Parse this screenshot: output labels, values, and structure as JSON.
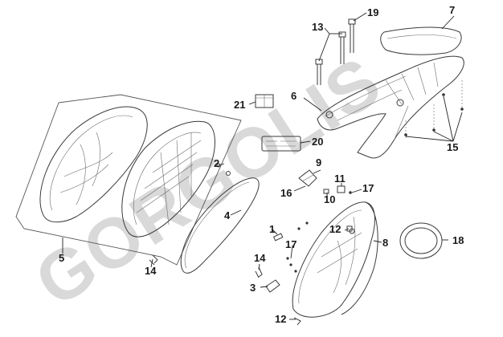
{
  "watermark": "GORGOLIS",
  "callouts": {
    "c1": "1",
    "c2": "2",
    "c3": "3",
    "c4": "4",
    "c5": "5",
    "c6": "6",
    "c7": "7",
    "c8": "8",
    "c9": "9",
    "c10": "10",
    "c11": "11",
    "c12a": "12",
    "c12b": "12",
    "c13": "13",
    "c14a": "14",
    "c14b": "14",
    "c15": "15",
    "c16": "16",
    "c17a": "17",
    "c17b": "17",
    "c18": "18",
    "c19": "19",
    "c20": "20",
    "c21": "21"
  },
  "colors": {
    "line": "#3a3a3a",
    "watermark": "#d9d9d9",
    "background": "#ffffff"
  }
}
